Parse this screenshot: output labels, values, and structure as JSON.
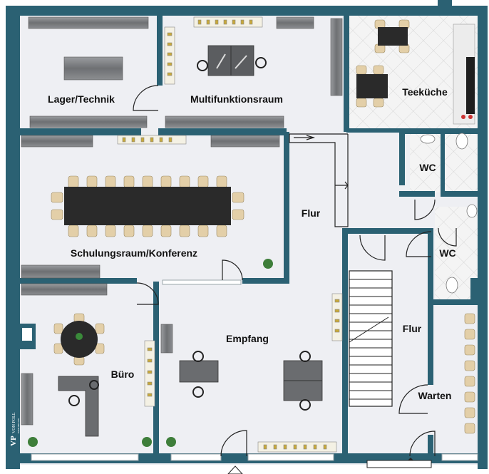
{
  "rooms": {
    "lager": "Lager/Technik",
    "multi": "Multifunktionsraum",
    "teekueche": "Teeküche",
    "wc1": "WC",
    "wc2": "WC",
    "flur1": "Flur",
    "flur2": "Flur",
    "schulung": "Schulungsraum/Konferenz",
    "buero": "Büro",
    "empfang": "Empfang",
    "warten": "Warten"
  },
  "logo": {
    "monogram": "VP",
    "name": "VON POLL",
    "subline": "IMMOBILIEN"
  },
  "colors": {
    "wall": "#2b6173",
    "floor": "#eeeff3",
    "cabinet": "#7a7c7f",
    "table": "#2a2a2a",
    "chair": "#e3cfa8",
    "tile": "#f3f3f3"
  }
}
